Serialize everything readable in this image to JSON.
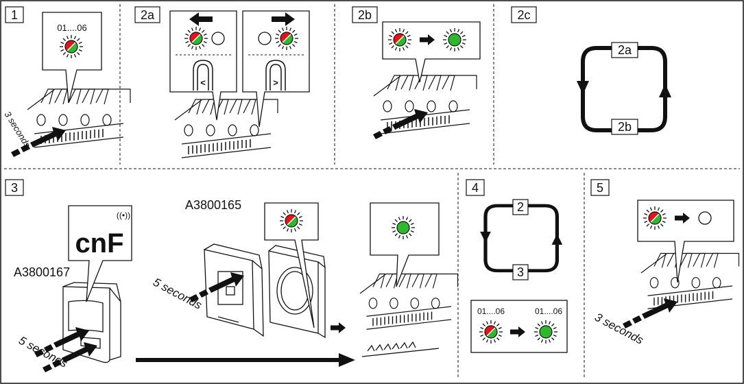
{
  "steps": {
    "s1": "1",
    "s2a": "2a",
    "s2b": "2b",
    "s2c": "2c",
    "s3": "3",
    "s4": "4",
    "s5": "5"
  },
  "labels": {
    "range": "01....06",
    "range_a": "01....06",
    "range_b": "01....06",
    "three_seconds": "3 seconds",
    "five_seconds": "5 seconds",
    "model_a": "A3800167",
    "model_b": "A3800165",
    "display": "cnF",
    "btn_left": "<",
    "btn_right": ">",
    "cycle_top_2c": "2a",
    "cycle_bottom_2c": "2b",
    "cycle_top_4": "2",
    "cycle_bottom_4": "3"
  },
  "colors": {
    "red": "#e0141b",
    "green": "#2eb82e",
    "ink": "#111111"
  }
}
